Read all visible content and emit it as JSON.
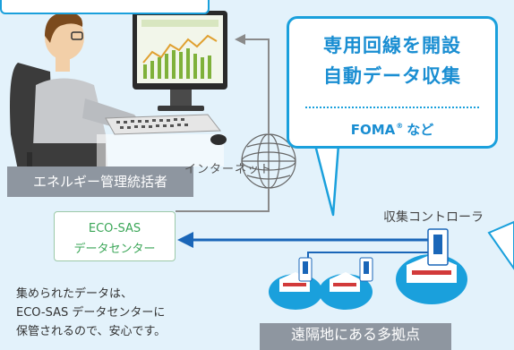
{
  "labels": {
    "admin": "エネルギー管理統括者",
    "internet": "インターネット",
    "controller": "収集コントローラ",
    "bases": "遠隔地にある多拠点"
  },
  "callout": {
    "line1": "専用回線を開設",
    "line2": "自動データ収集",
    "line3_main": "FOMA",
    "line3_mark": "®",
    "line3_suffix": "など"
  },
  "datacenter": {
    "line1": "ECO-SAS",
    "line2": "データセンター"
  },
  "note": {
    "line1": "集められたデータは、",
    "line2": "ECO-SAS データセンターに",
    "line3": "保管されるので、安心です。"
  },
  "colors": {
    "accent_blue": "#1aa0dc",
    "arrow_blue": "#1a66b8",
    "green": "#3aa657",
    "gray_label": "#8e96a0",
    "background": "#e3f2fb"
  }
}
